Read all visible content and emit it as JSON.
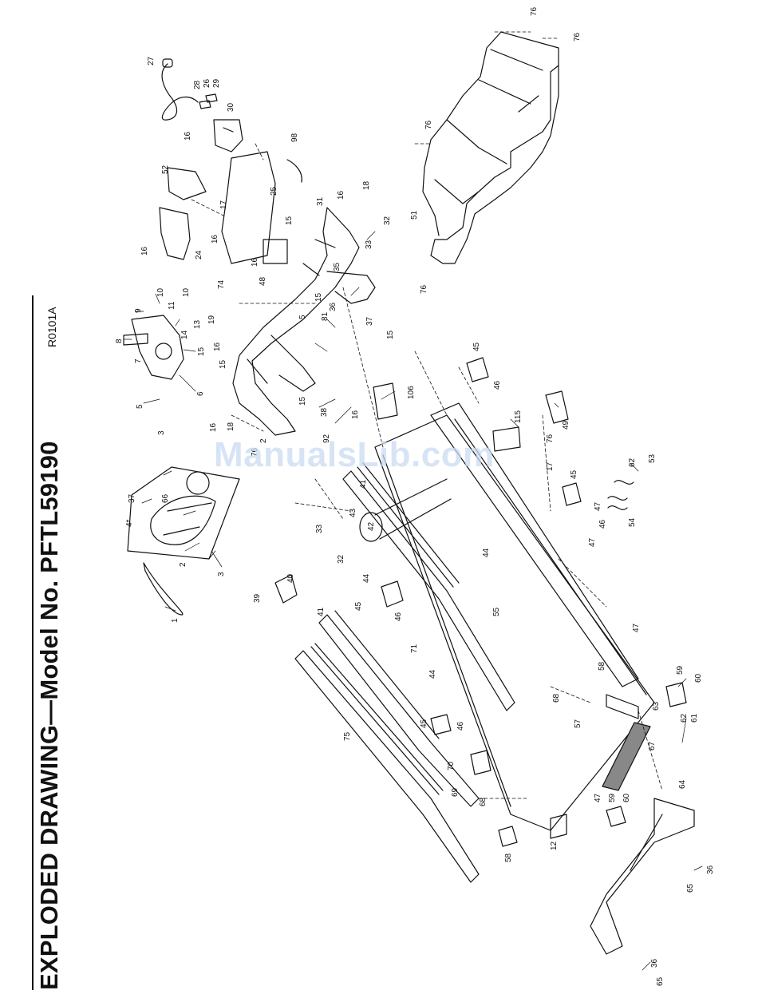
{
  "page": {
    "title": "EXPLODED DRAWING—Model No. PFTL59190",
    "drawing_code": "R0101A",
    "watermark": "ManualsLib.com"
  },
  "parts": {
    "frame_labels": [
      "1",
      "2",
      "3",
      "4*",
      "5",
      "6",
      "7",
      "8",
      "9",
      "10",
      "11",
      "12",
      "13",
      "14",
      "15",
      "16",
      "17",
      "18",
      "19",
      "24",
      "25",
      "26",
      "27",
      "28",
      "29",
      "30",
      "31",
      "32",
      "33",
      "35",
      "36",
      "37",
      "38",
      "39",
      "40",
      "41",
      "42",
      "43",
      "44",
      "45",
      "46",
      "47",
      "48",
      "49",
      "51",
      "52",
      "53",
      "54",
      "55",
      "57",
      "58",
      "59",
      "60",
      "61",
      "62",
      "63",
      "64",
      "65",
      "66",
      "67",
      "68",
      "69",
      "70",
      "71",
      "74",
      "75",
      "76",
      "81",
      "92",
      "98",
      "106",
      "115"
    ]
  },
  "callouts": {
    "c1": "1",
    "c2a": "2",
    "c2b": "2",
    "c3a": "3",
    "c3b": "3",
    "c4": "4*",
    "c5a": "5",
    "c5b": "5",
    "c6": "6",
    "c7": "7",
    "c8": "8",
    "c9": "9",
    "c10a": "10",
    "c10b": "10",
    "c11": "11",
    "c12": "12",
    "c13": "13",
    "c14": "14",
    "c15a": "15",
    "c15b": "15",
    "c15c": "15",
    "c15d": "15",
    "c15e": "15",
    "c15f": "15",
    "c16a": "16",
    "c16b": "16",
    "c16c": "16",
    "c16d": "16",
    "c16e": "16",
    "c16f": "16",
    "c16g": "16",
    "c16h": "16",
    "c17a": "17",
    "c17b": "17",
    "c18a": "18",
    "c18b": "18",
    "c19": "19",
    "c24": "24",
    "c25": "25",
    "c26": "26",
    "c27": "27",
    "c28": "28",
    "c29": "29",
    "c30": "30",
    "c31": "31",
    "c32a": "32",
    "c32b": "32",
    "c33a": "33",
    "c33b": "33",
    "c35": "35",
    "c36a": "36",
    "c36b": "36",
    "c36c": "36",
    "c37a": "37",
    "c37b": "37",
    "c38": "38",
    "c39": "39",
    "c40": "40",
    "c41a": "41",
    "c41b": "41",
    "c42": "42",
    "c43": "43",
    "c44a": "44",
    "c44b": "44",
    "c44c": "44",
    "c45a": "45",
    "c45b": "45",
    "c45c": "45",
    "c45d": "45",
    "c46a": "46",
    "c46b": "46",
    "c46c": "46",
    "c46d": "46",
    "c47a": "47",
    "c47b": "47",
    "c47c": "47",
    "c47d": "47",
    "c48": "48",
    "c49": "49",
    "c51": "51",
    "c52": "52",
    "c53": "53",
    "c54": "54",
    "c55": "55",
    "c57": "57",
    "c58a": "58",
    "c58b": "58",
    "c59a": "59",
    "c59b": "59",
    "c60a": "60",
    "c60b": "60",
    "c61": "61",
    "c62a": "62",
    "c62b": "62",
    "c63": "63",
    "c64": "64",
    "c65a": "65",
    "c65b": "65",
    "c66": "66",
    "c67": "67",
    "c68a": "68",
    "c68b": "68",
    "c69": "69",
    "c70": "70",
    "c71": "71",
    "c74": "74",
    "c75": "75",
    "c76a": "76",
    "c76b": "76",
    "c76c": "76",
    "c76d": "76",
    "c76e": "76",
    "c76f": "76",
    "c81": "81",
    "c92": "92",
    "c98": "98",
    "c106": "106",
    "c115": "115"
  }
}
